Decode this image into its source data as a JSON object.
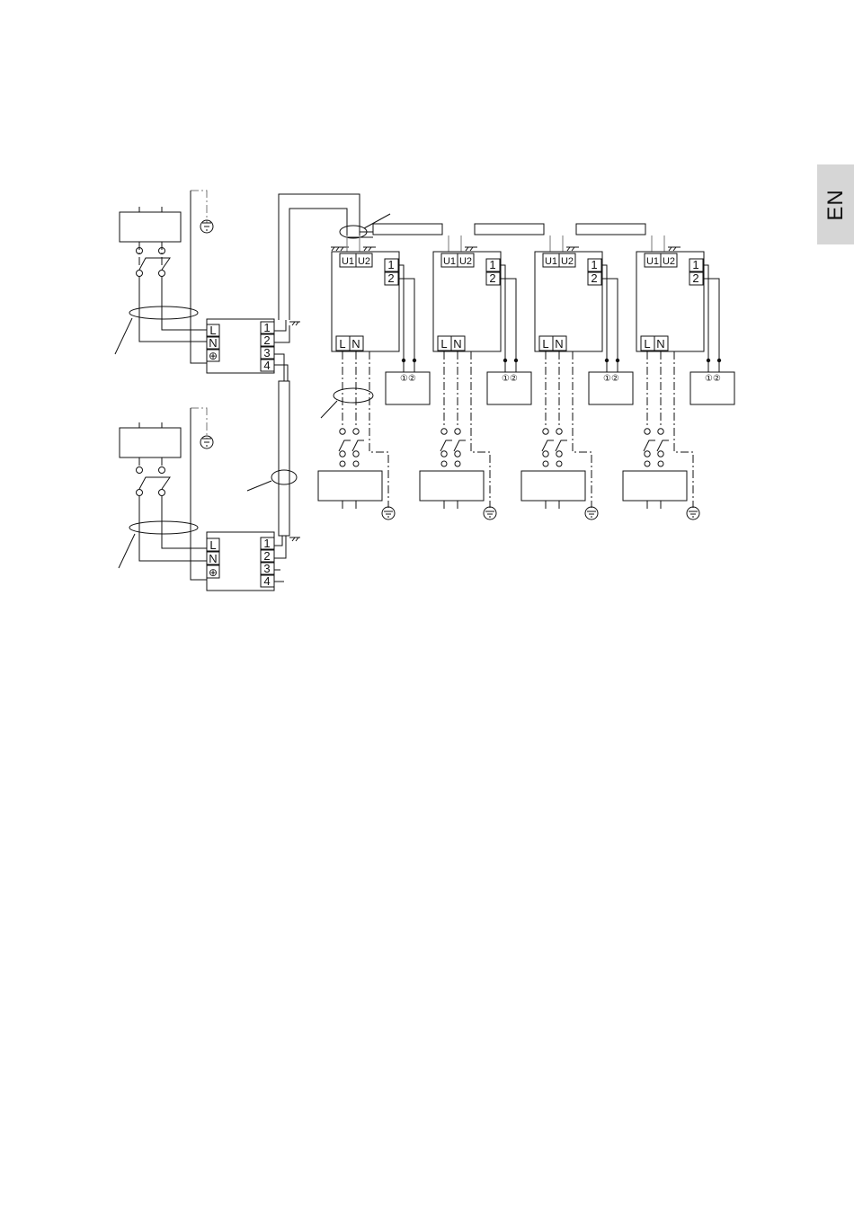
{
  "language_tab": "EN",
  "outdoor_terminal_labels": [
    "L",
    "N",
    "⊕"
  ],
  "transmission_terminal_labels": [
    "1",
    "2",
    "3",
    "4"
  ],
  "indoor_bus_labels": [
    "U1",
    "U2"
  ],
  "indoor_remote_labels": [
    "1",
    "2"
  ],
  "indoor_power_labels": [
    "L",
    "N"
  ],
  "remote_controller_label": "①②",
  "colors": {
    "line": "#111111",
    "shield": "#777777",
    "tab": "#d6d6d6"
  }
}
